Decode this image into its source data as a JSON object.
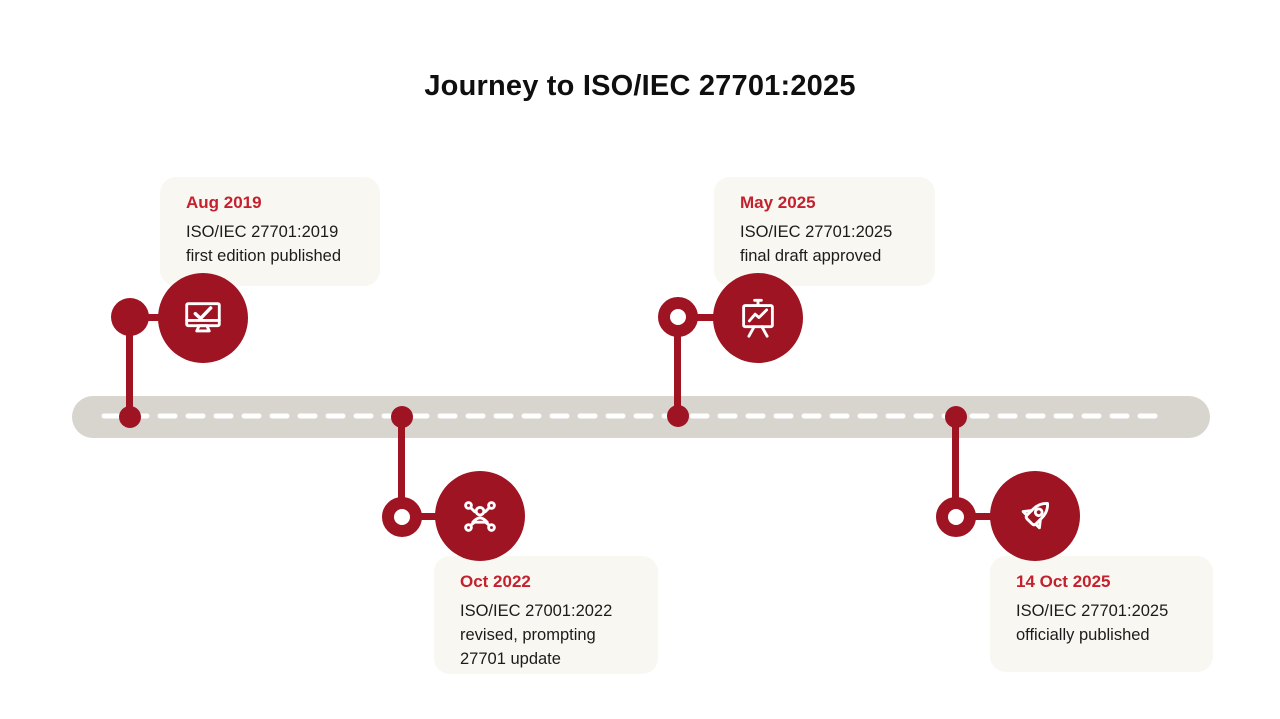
{
  "title": "Journey to ISO/IEC 27701:2025",
  "colors": {
    "accent_red": "#9E1422",
    "date_red": "#C4212E",
    "card_bg": "#F8F7F2",
    "bar_gray": "#D8D5CF",
    "text_dark": "#1C1C1C"
  },
  "timeline": {
    "orientation": "horizontal",
    "style": "gray rounded bar with white dashed center line"
  },
  "milestones": [
    {
      "date": "Aug 2019",
      "description": "ISO/IEC 27701:2019 first edition published",
      "icon": "monitor-check-icon",
      "position": "above"
    },
    {
      "date": "Oct 2022",
      "description": "ISO/IEC 27001:2022 revised, prompting 27701 update",
      "icon": "person-network-icon",
      "position": "below"
    },
    {
      "date": "May 2025",
      "description": "ISO/IEC 27701:2025 final draft approved",
      "icon": "presentation-chart-icon",
      "position": "above"
    },
    {
      "date": "14 Oct 2025",
      "description": "ISO/IEC 27701:2025 officially published",
      "icon": "rocket-icon",
      "position": "below"
    }
  ]
}
